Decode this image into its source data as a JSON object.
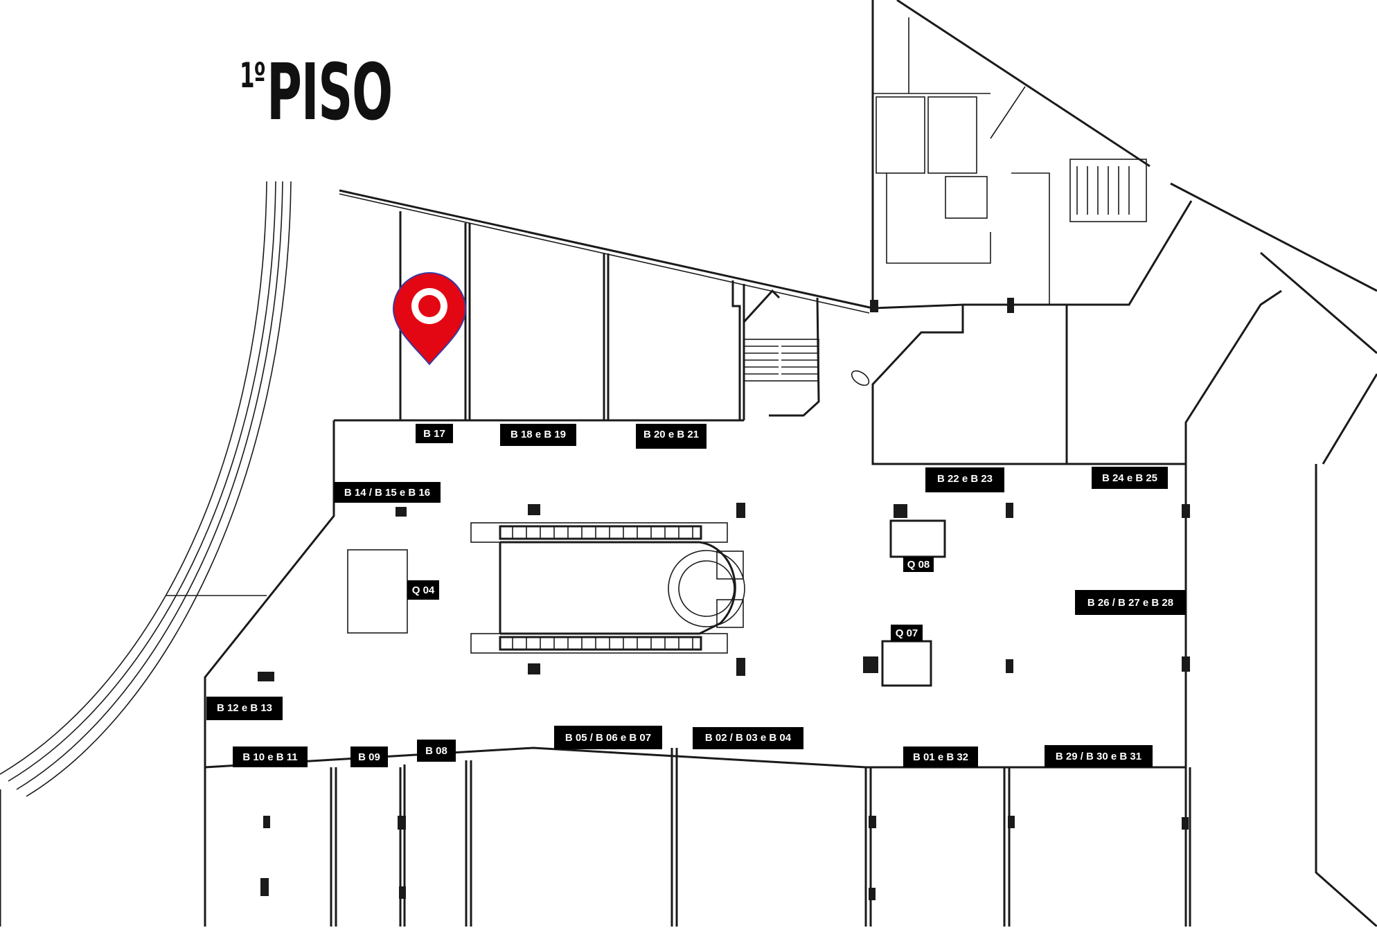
{
  "map": {
    "title_main": "PISO",
    "title_sup": "1º",
    "marker": {
      "icon": "location-pin-icon",
      "color": "#e30613",
      "store": "B 17"
    },
    "stores": [
      {
        "id": "b17",
        "label": "B 17"
      },
      {
        "id": "b18-b19",
        "label": "B 18 e B 19"
      },
      {
        "id": "b20-b21",
        "label": "B 20 e B 21"
      },
      {
        "id": "b14-b16",
        "label": "B 14 / B 15 e B 16"
      },
      {
        "id": "b22-b23",
        "label": "B 22 e B 23"
      },
      {
        "id": "b24-b25",
        "label": "B 24 e B 25"
      },
      {
        "id": "q08",
        "label": "Q 08"
      },
      {
        "id": "q04",
        "label": "Q 04"
      },
      {
        "id": "b26-b28",
        "label": "B 26 / B 27 e B 28"
      },
      {
        "id": "q07",
        "label": "Q 07"
      },
      {
        "id": "b12-b13",
        "label": "B 12 e B 13"
      },
      {
        "id": "b05-b07",
        "label": "B 05 / B 06 e B 07"
      },
      {
        "id": "b02-b04",
        "label": "B 02 / B 03 e B 04"
      },
      {
        "id": "b10-b11",
        "label": "B 10 e B 11"
      },
      {
        "id": "b09",
        "label": "B 09"
      },
      {
        "id": "b08",
        "label": "B 08"
      },
      {
        "id": "b01-b32",
        "label": "B 01 e B 32"
      },
      {
        "id": "b29-b31",
        "label": "B 29 / B 30 e B 31"
      }
    ]
  }
}
